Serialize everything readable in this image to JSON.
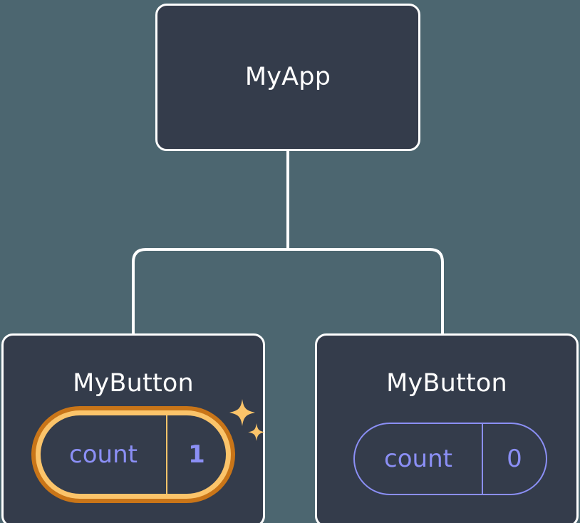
{
  "diagram": {
    "type": "component-tree",
    "title": "React component tree with state",
    "background_color": "#4c6670",
    "node_fill_color": "#343c4b",
    "node_border_color": "#ffffff",
    "connector_color": "#ffffff",
    "state_color": "#8b8ff5",
    "highlight_ring_outer_color": "#c97518",
    "highlight_ring_inner_color": "#fbc46a",
    "sparkle_color": "#fbc46a"
  },
  "root": {
    "label": "MyApp"
  },
  "children": [
    {
      "label": "MyButton",
      "highlighted": true,
      "state": {
        "key": "count",
        "value": "1"
      },
      "sparkle_count": 2
    },
    {
      "label": "MyButton",
      "highlighted": false,
      "state": {
        "key": "count",
        "value": "0"
      },
      "sparkle_count": 0
    }
  ]
}
